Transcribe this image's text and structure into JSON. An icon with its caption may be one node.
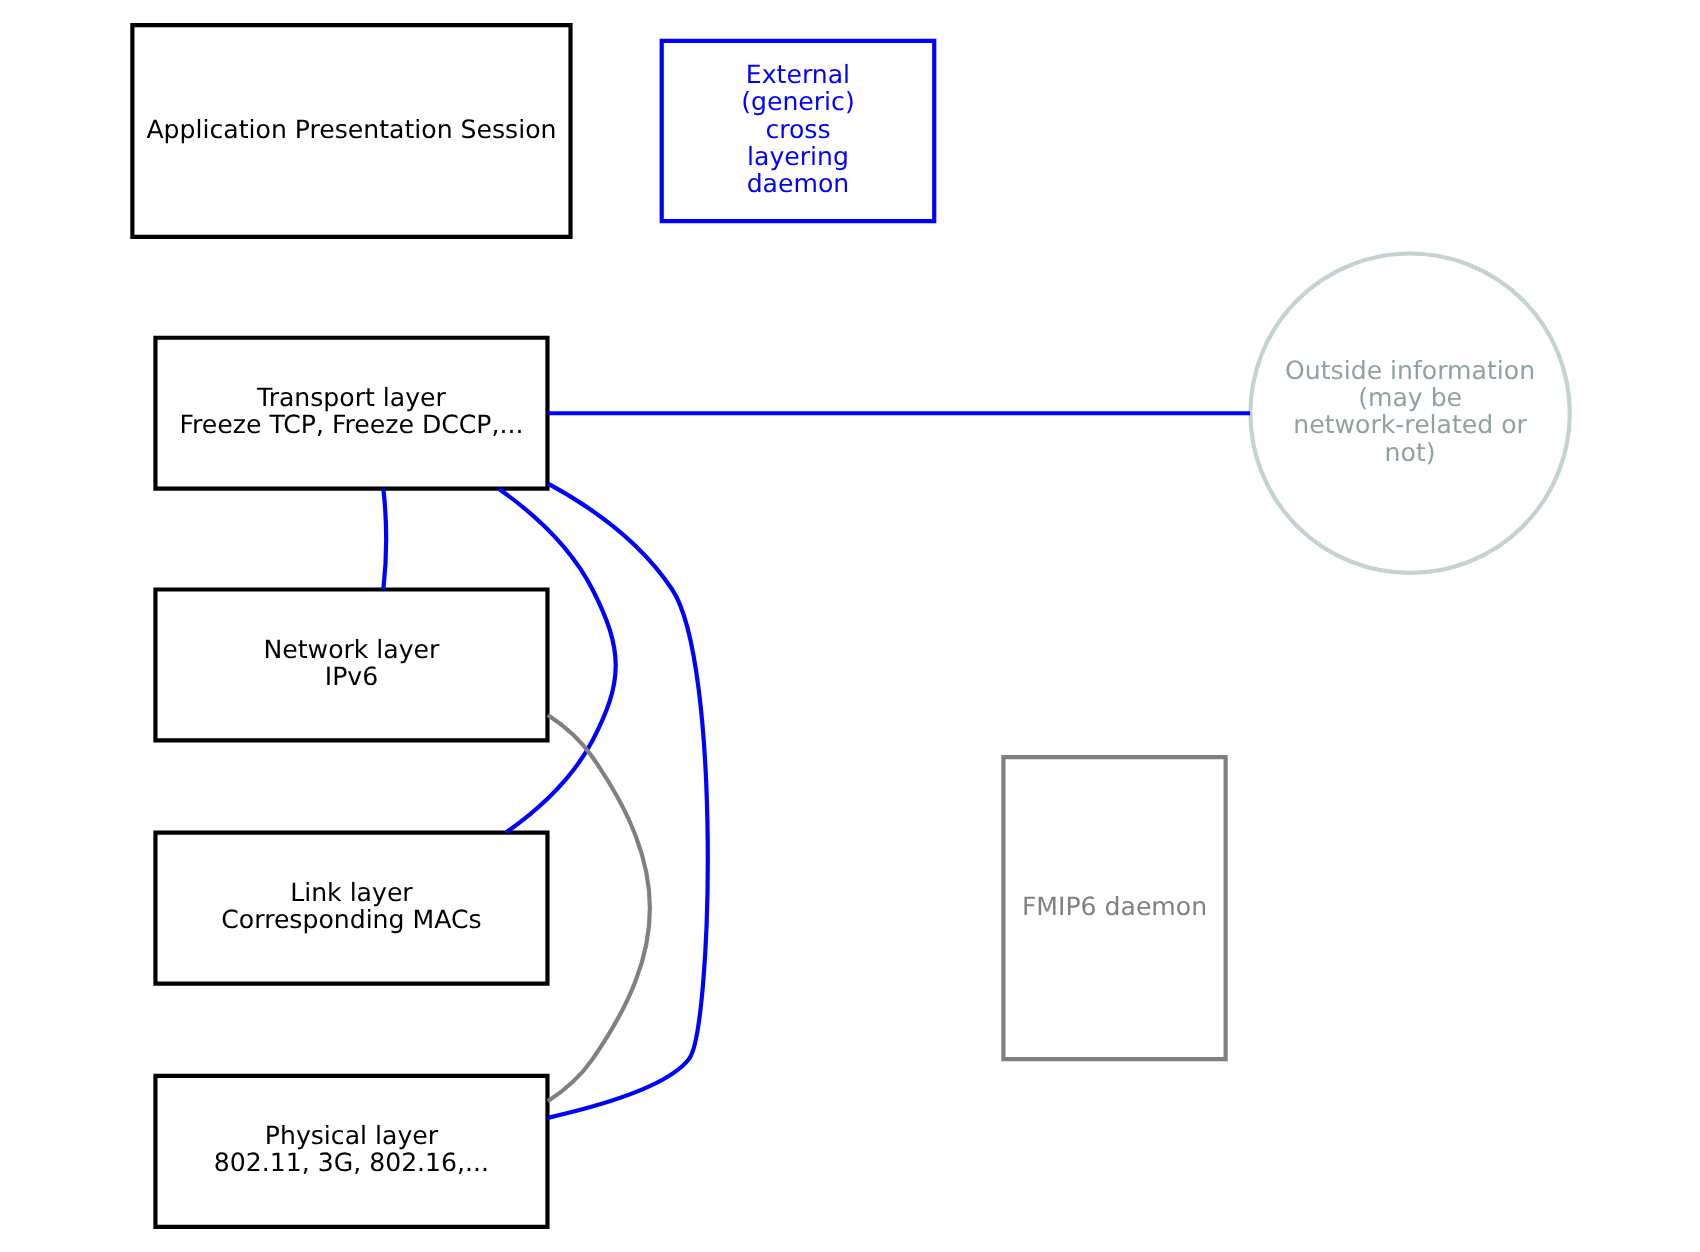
{
  "diagram": {
    "nodes": [
      {
        "text": [
          "Application Presentation Session"
        ]
      },
      {
        "text": [
          "Transport layer",
          "Freeze TCP, Freeze DCCP,..."
        ]
      },
      {
        "text": [
          "Network layer",
          "IPv6"
        ]
      },
      {
        "text": [
          "Link layer",
          "Corresponding MACs"
        ]
      },
      {
        "text": [
          "Physical layer",
          "802.11, 3G, 802.16,..."
        ]
      },
      {
        "text": [
          "External (generic) cross layering daemon"
        ]
      },
      {
        "text": [
          "Outside information (may be network-related or not)"
        ]
      },
      {
        "text": [
          "FMIP6 daemon"
        ]
      }
    ],
    "edges": [
      {
        "from": 6,
        "to": 1,
        "arrow": "none"
      },
      {
        "from": 1,
        "to": 2,
        "arrow": "none"
      },
      {
        "from": 1,
        "to": 3,
        "arrow": "none"
      },
      {
        "from": 1,
        "to": 4,
        "arrow": "none"
      },
      {
        "from": 2,
        "to": 4,
        "arrow": "none",
        "color": "#808080"
      }
    ]
  }
}
